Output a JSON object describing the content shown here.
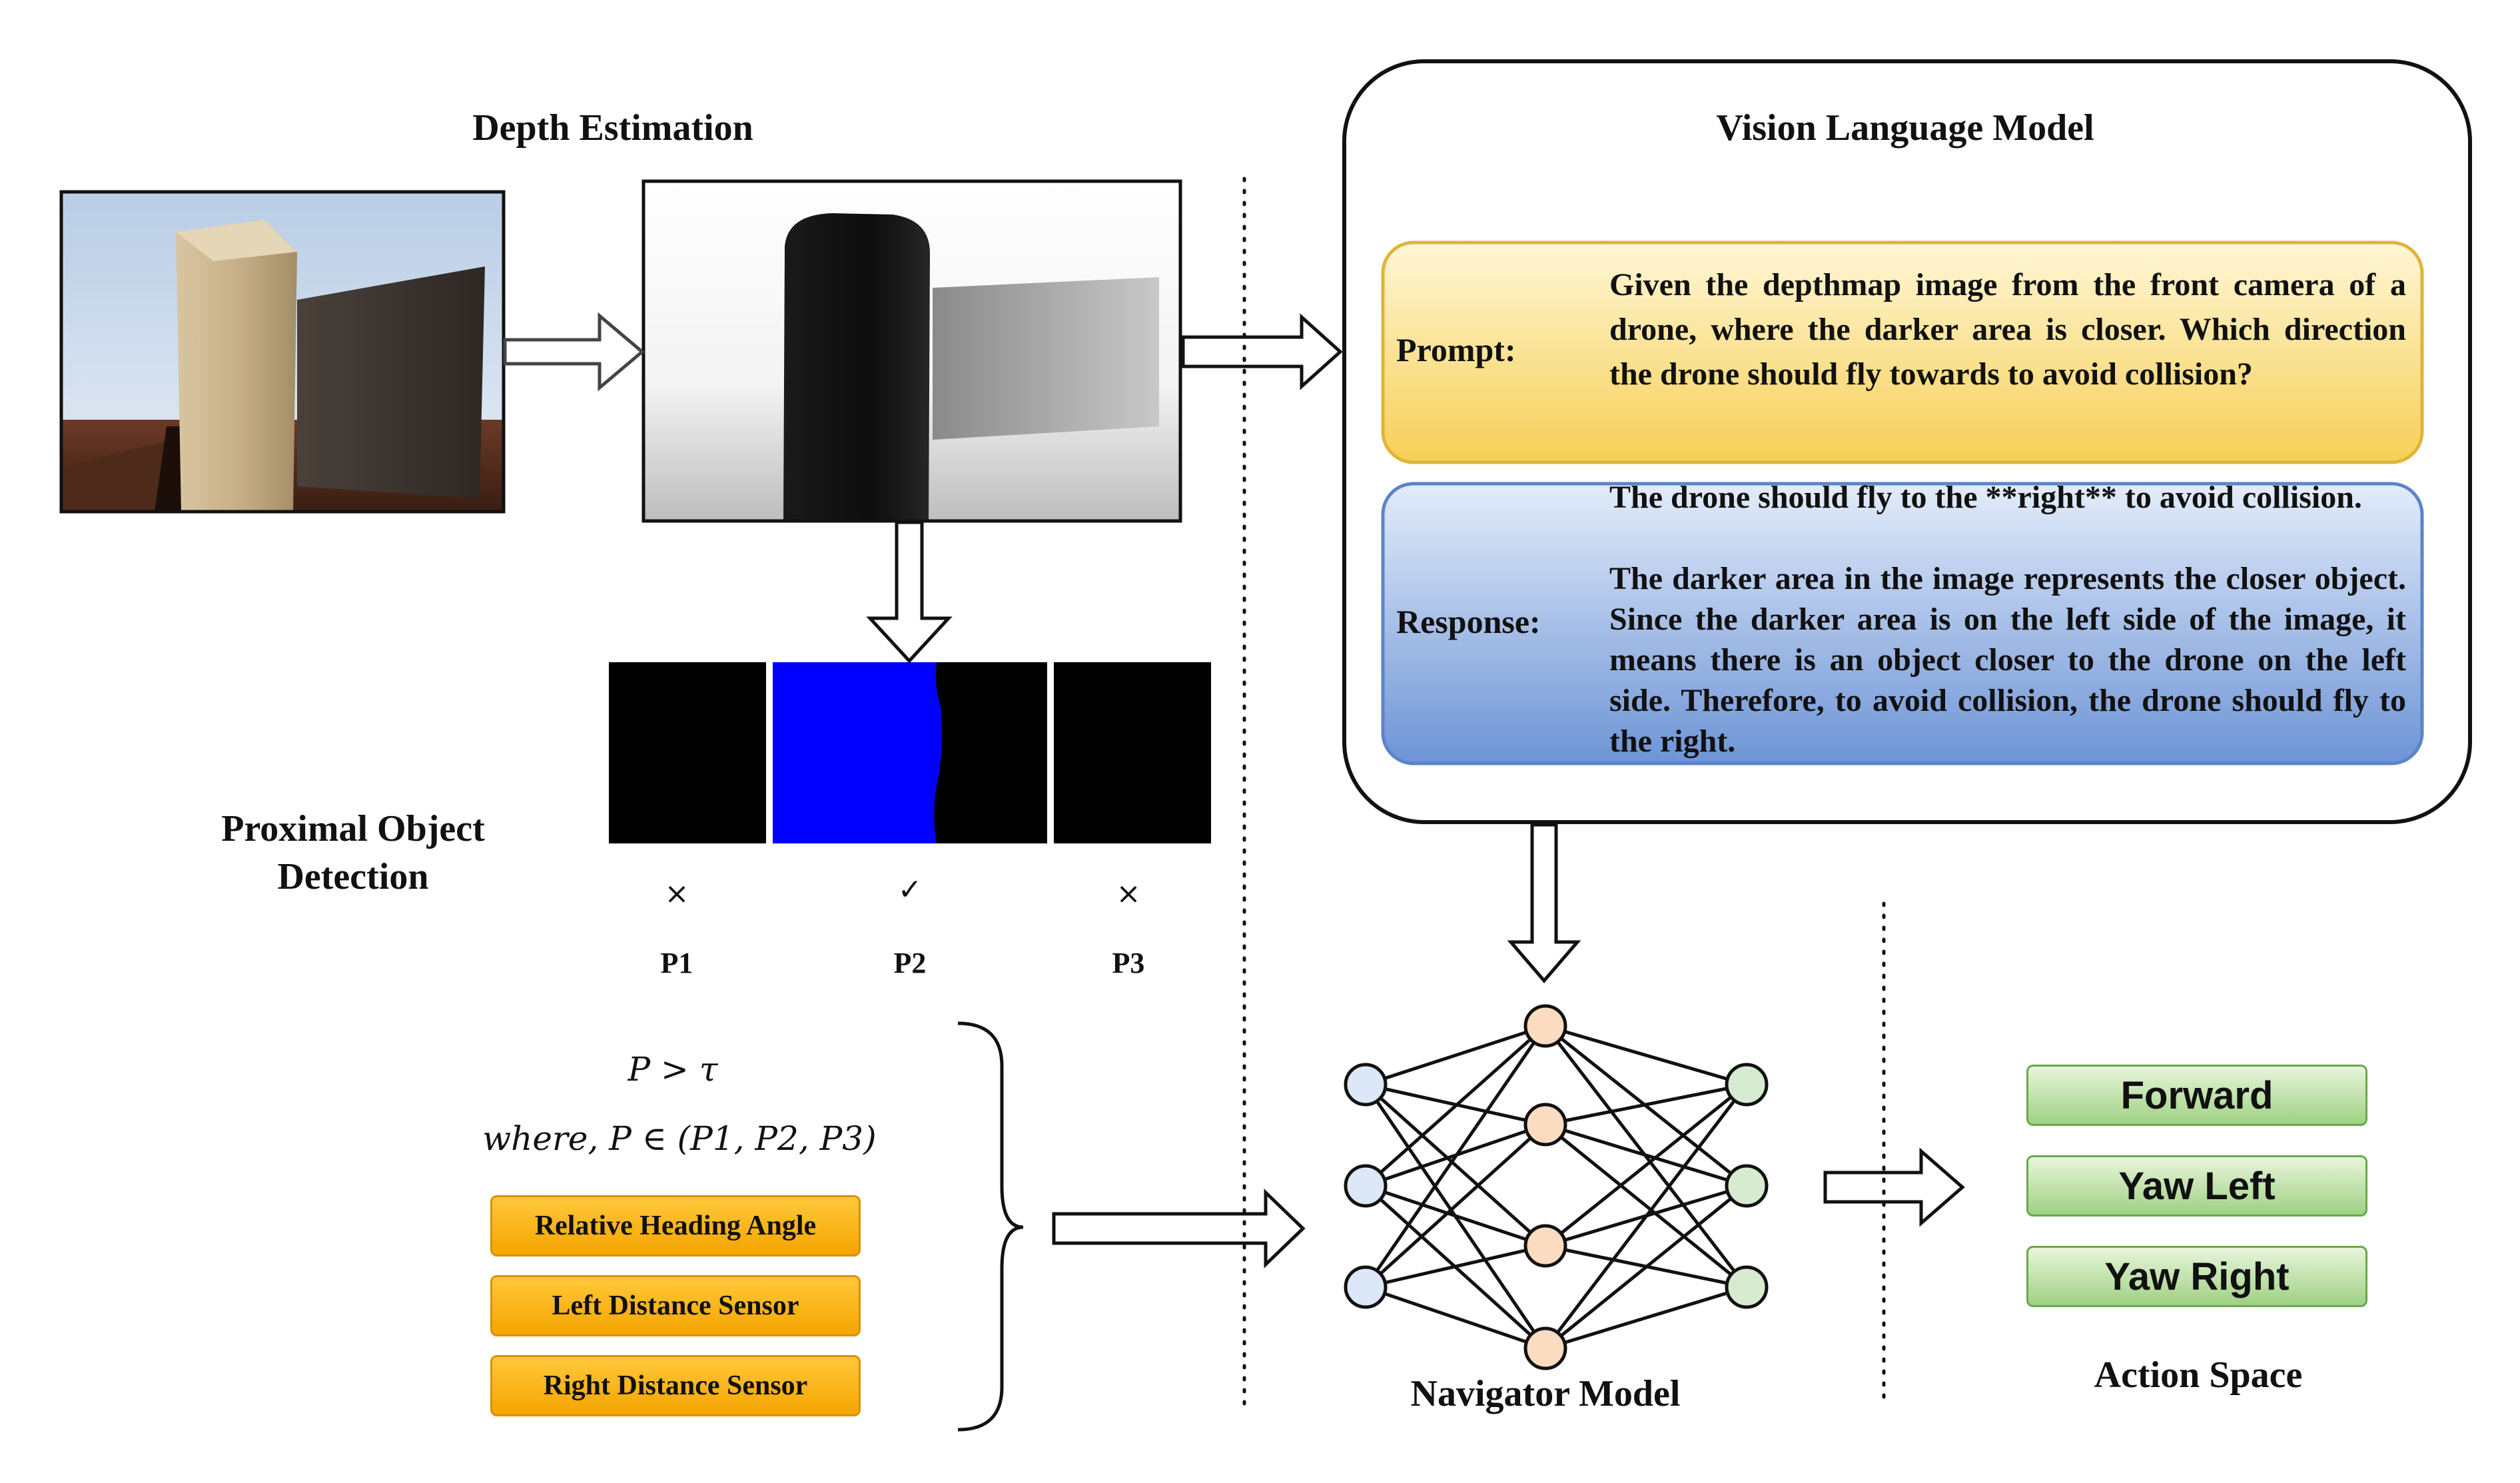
{
  "titles": {
    "depth_estimation": "Depth Estimation",
    "vlm": "Vision Language Model",
    "proximal_detection": "Proximal Object Detection",
    "navigator": "Navigator Model",
    "action_space": "Action Space"
  },
  "vlm": {
    "prompt_label": "Prompt:",
    "prompt_text": "Given the depthmap image from the front camera of a drone, where the darker area is closer. Which direction the drone should fly towards to avoid collision?",
    "response_label": "Response:",
    "response_line1": "The drone should fly to the **right** to avoid collision.",
    "response_line2": "The darker area in the image represents the closer object.  Since the darker area is on the left side of the image, it means there is an object closer to the drone on the left side.  Therefore, to avoid collision, the drone should fly to the right."
  },
  "partitions": [
    {
      "label": "P1",
      "mark": "×",
      "selected": false
    },
    {
      "label": "P2",
      "mark": "✓",
      "selected": true
    },
    {
      "label": "P3",
      "mark": "×",
      "selected": false
    }
  ],
  "math": {
    "condition": "P > τ",
    "where": "where, P ∈ (P1, P2, P3)"
  },
  "sensors": [
    "Relative Heading Angle",
    "Left Distance Sensor",
    "Right Distance Sensor"
  ],
  "actions": [
    "Forward",
    "Yaw Left",
    "Yaw Right"
  ],
  "colors": {
    "prompt_fill": "#f8d774",
    "response_fill": "#7fa3dc",
    "sensor_fill": "#f5a400",
    "action_fill": "#9fd182",
    "input_node": "#dce8f7",
    "hidden_node": "#fbdcc0",
    "output_node": "#d6ebcf",
    "detection_blue": "#0000ff"
  },
  "icons": [
    "right-arrow-icon",
    "down-arrow-icon",
    "brace-icon"
  ]
}
